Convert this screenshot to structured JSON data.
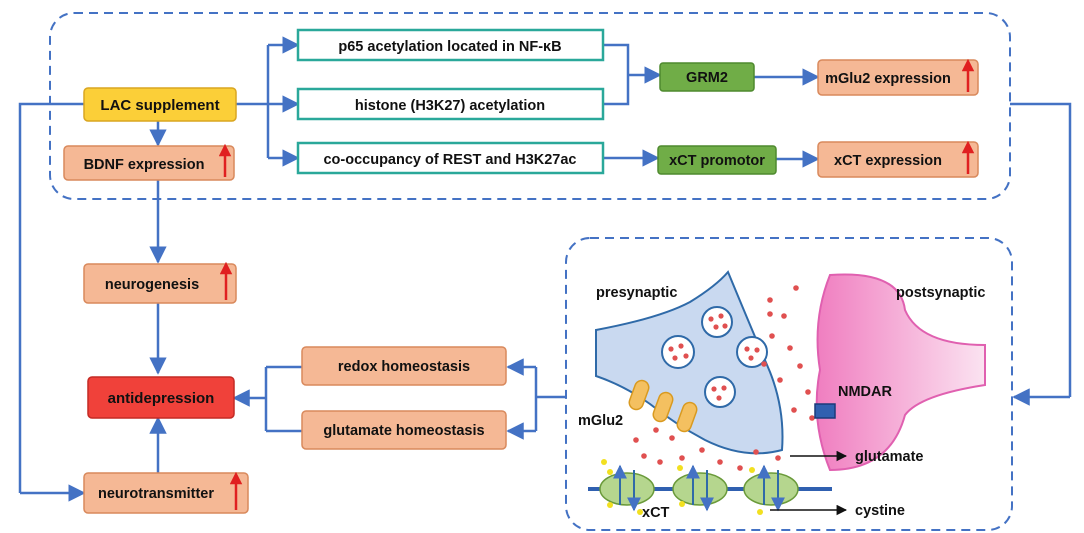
{
  "boxes": {
    "lac": "LAC supplement",
    "bdnf": "BDNF expression",
    "p65": "p65 acetylation located in NF-κB",
    "histone": "histone (H3K27) acetylation",
    "cooccupancy": "co-occupancy of REST and H3K27ac",
    "grm2": "GRM2",
    "mglu2_expr": "mGlu2 expression",
    "xct_promotor": "xCT promotor",
    "xct_expr": "xCT expression",
    "neurogenesis": "neurogenesis",
    "antidepression": "antidepression",
    "neurotransmitter": "neurotransmitter",
    "redox": "redox homeostasis",
    "glutamate_homeo": "glutamate homeostasis"
  },
  "synapse": {
    "presynaptic": "presynaptic",
    "postsynaptic": "postsynaptic",
    "nmdar": "NMDAR",
    "mglu2": "mGlu2",
    "glutamate": "glutamate",
    "xct": "xCT",
    "cystine": "cystine"
  },
  "colors": {
    "arrow": "#4472c4",
    "orange_box": "#f5b895",
    "orange_border": "#d9895c",
    "yellow_box": "#fbcf38",
    "green_box": "#70ad47",
    "teal_border": "#2aa89a",
    "red_box": "#f0413a",
    "up_arrow": "#e02020",
    "presynaptic_fill": "#c9d9f0",
    "postsynaptic_fill": "#f07ec0"
  }
}
